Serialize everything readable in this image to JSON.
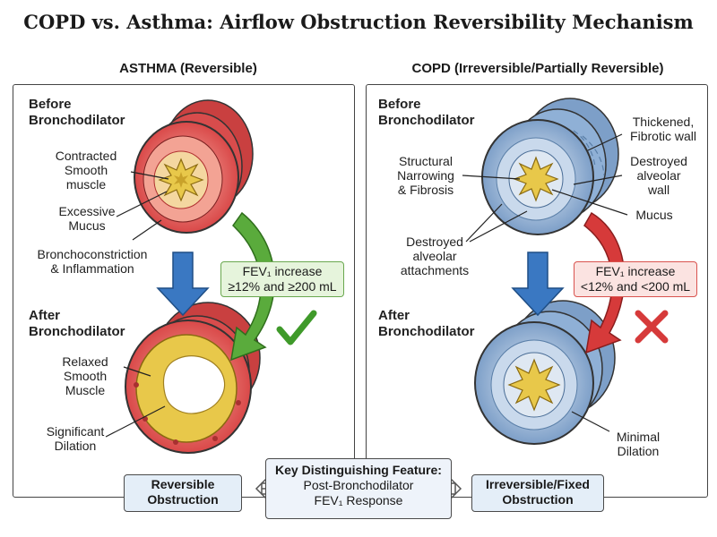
{
  "title": "COPD vs. Asthma: Airflow Obstruction Reversibility Mechanism",
  "asthma": {
    "header": "ASTHMA (Reversible)",
    "before": "Before\nBronchodilator",
    "after": "After\nBronchodilator",
    "labels": {
      "contracted": "Contracted\nSmooth\nmuscle",
      "mucus": "Excessive\nMucus",
      "broncho": "Bronchoconstriction\n& Inflammation",
      "relaxed": "Relaxed\nSmooth\nMuscle",
      "dilation": "Significant\nDilation"
    },
    "fev_box": "FEV₁ increase\n≥12% and ≥200 mL",
    "bottom_box": "Reversible\nObstruction"
  },
  "copd": {
    "header": "COPD (Irreversible/Partially Reversible)",
    "before": "Before\nBronchodilator",
    "after": "After\nBronchodilator",
    "labels": {
      "thickened": "Thickened,\nFibrotic wall",
      "destroyed_wall": "Destroyed\nalveolar\nwall",
      "structural": "Structural\nNarrowing\n& Fibrosis",
      "mucus": "Mucus",
      "attachments": "Destroyed\nalveolar\nattachments",
      "minimal": "Minimal\nDilation"
    },
    "fev_box": "FEV₁ increase\n<12% and <200 mL",
    "bottom_box": "Irreversible/Fixed\nObstruction"
  },
  "center": {
    "heading": "Key Distinguishing Feature:",
    "line1": "Post-Bronchodilator",
    "line2": "FEV₁ Response"
  },
  "colors": {
    "asthma_wall": "#e05a5a",
    "copd_wall": "#8fb0d6",
    "mucus": "#e8c84a",
    "green_arrow": "#5aab3c",
    "red_arrow": "#d63a3a",
    "blue_arrow": "#3a78c2"
  }
}
